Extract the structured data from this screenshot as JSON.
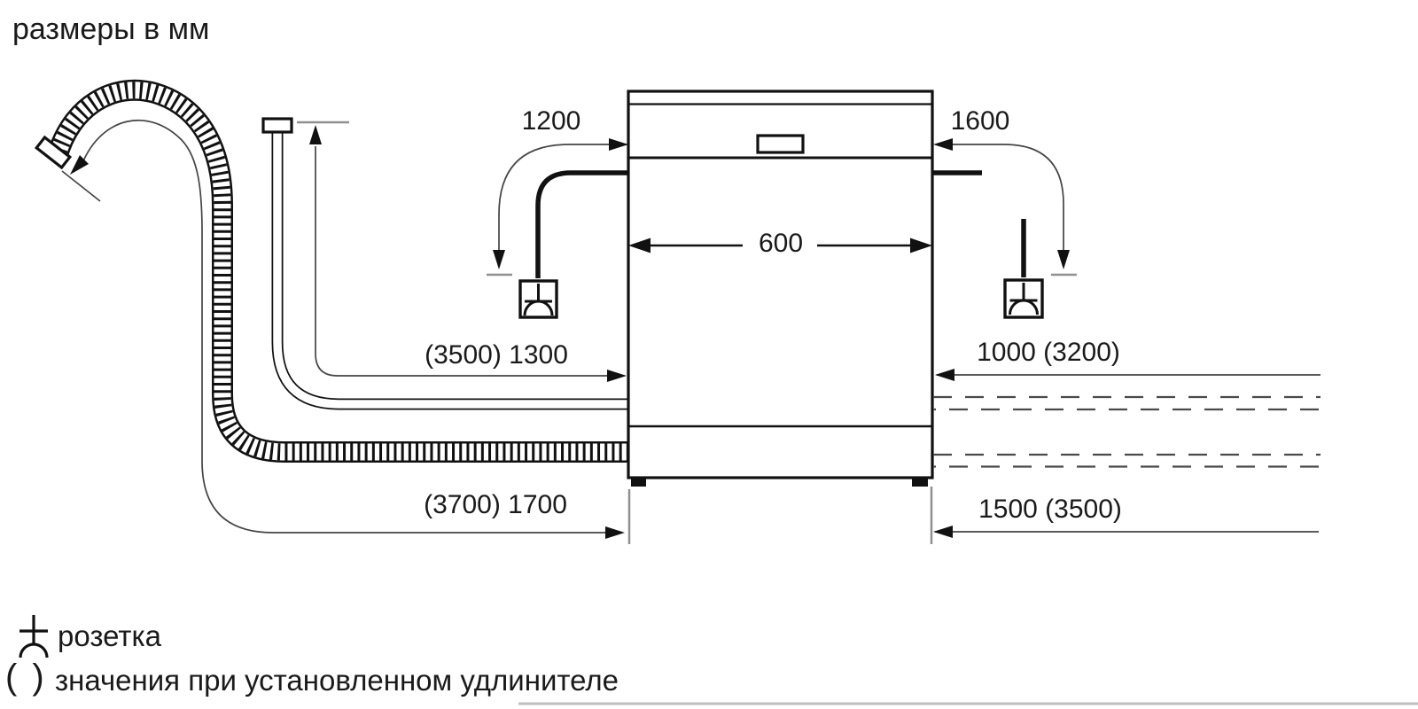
{
  "title": "размеры в мм",
  "unit_note": "мм",
  "dimensions": {
    "cord_left_length": "1200",
    "cord_right_length": "1600",
    "appliance_width": "600",
    "supply_hose_length": "(3500) 1300",
    "right_upper_length": "1000 (3200)",
    "drain_hose_length": "(3700) 1700",
    "right_lower_length": "1500 (3500)"
  },
  "legend": {
    "socket_symbol_label": "розетка",
    "parentheses_symbol": "( )",
    "parentheses_label": "значения при установленном удлинителе"
  },
  "icons": {
    "socket_icon": "socket-outlet-symbol",
    "drain_hose_icon": "corrugated-drain-hose",
    "supply_hose_icon": "water-supply-pipe"
  },
  "colors": {
    "ink": "#1a1a1a",
    "dim_line": "#444444",
    "guide_gray": "#909090",
    "dash_line": "#4a4a4a",
    "background": "#ffffff"
  }
}
